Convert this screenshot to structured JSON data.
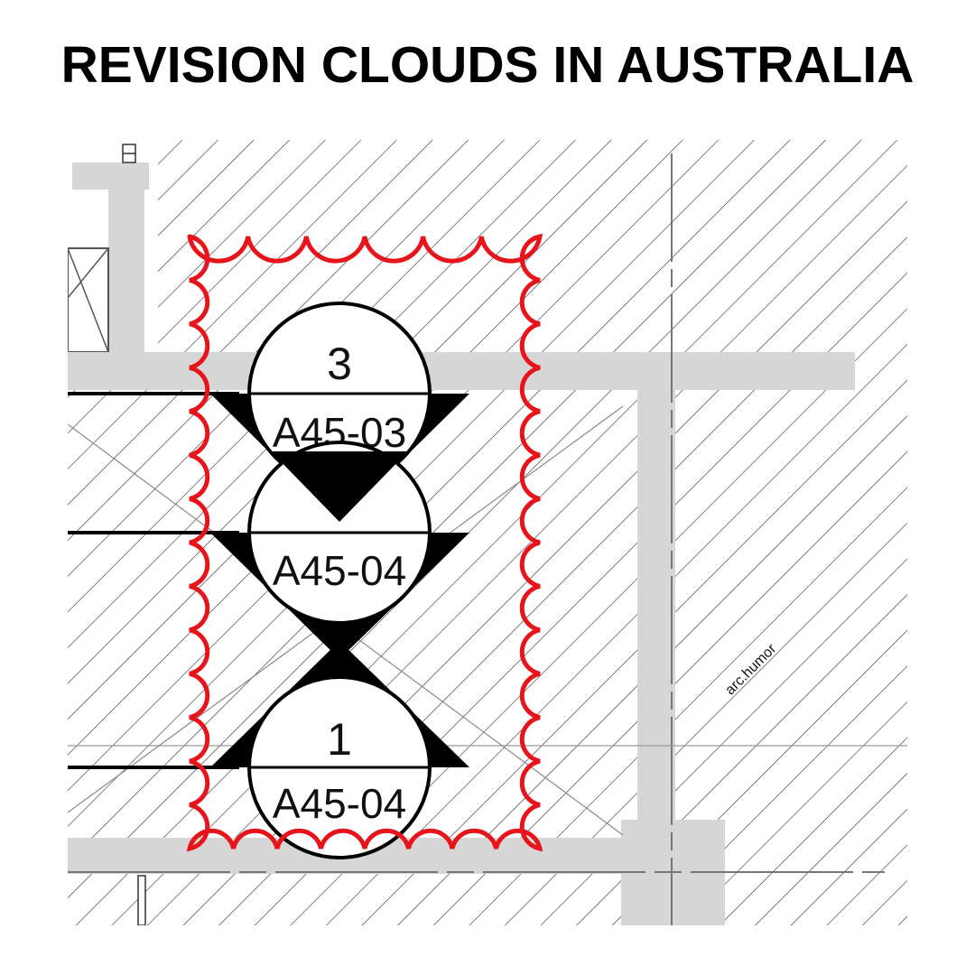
{
  "title": "REVISION CLOUDS IN AUSTRALIA",
  "watermark": "arc.humor",
  "section_tags": [
    {
      "number": "3",
      "sheet": "A45-03"
    },
    {
      "number": "",
      "sheet": "A45-04"
    },
    {
      "number": "1",
      "sheet": "A45-04"
    }
  ],
  "colors": {
    "revision_cloud": "#e8141b",
    "wall_fill": "#d6d6d6",
    "hatch": "#3a3a3a",
    "linework": "#000000"
  }
}
